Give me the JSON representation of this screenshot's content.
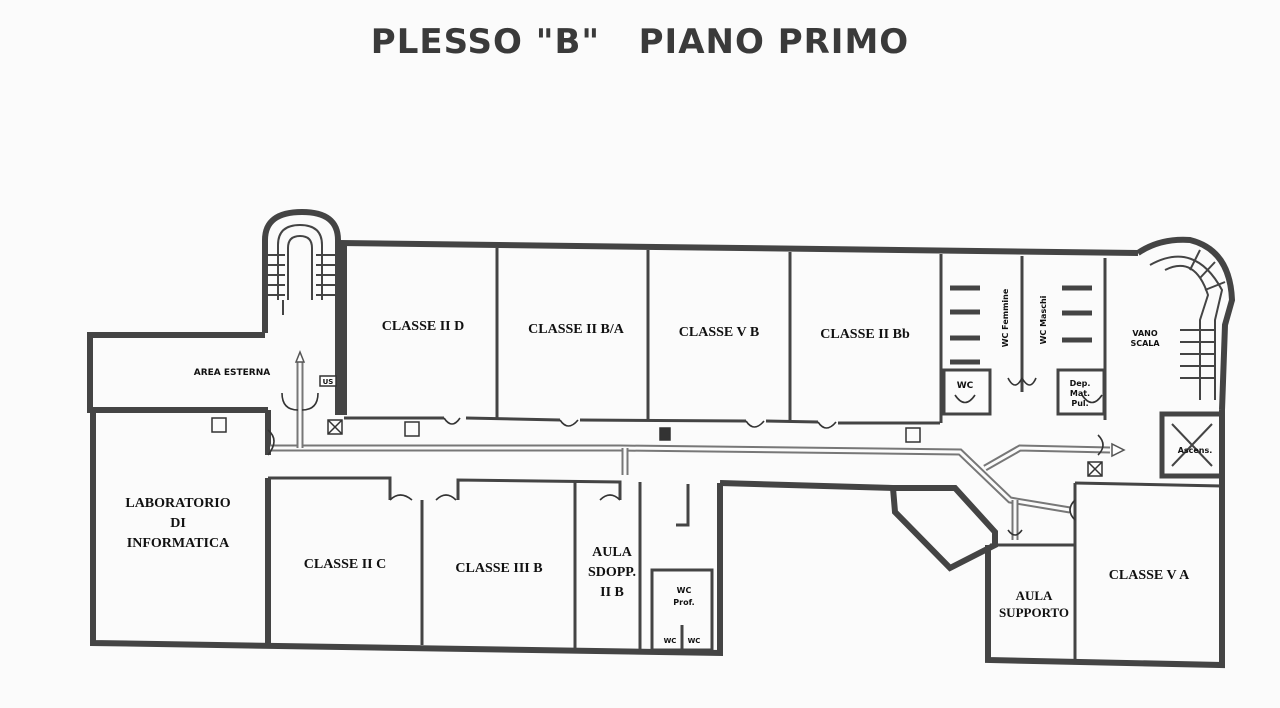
{
  "title": "PLESSO \"B\"   PIANO PRIMO",
  "rooms": {
    "area_esterna": "AREA ESTERNA",
    "classe_iid": "CLASSE II D",
    "classe_iiba": "CLASSE II B/A",
    "classe_vb": "CLASSE V B",
    "classe_iibb": "CLASSE II Bb",
    "wc_femmine": "WC Femmine",
    "wc_maschi": "WC Maschi",
    "wc": "WC",
    "dep_1": "Dep.",
    "dep_2": "Mat.",
    "dep_3": "Pul.",
    "vano_1": "VANO",
    "vano_2": "SCALA",
    "ascens": "Ascens.",
    "lab_1": "LABORATORIO",
    "lab_2": "DI",
    "lab_3": "INFORMATICA",
    "classe_iic": "CLASSE II C",
    "classe_iiib": "CLASSE III B",
    "aula_sdopp_1": "AULA",
    "aula_sdopp_2": "SDOPP.",
    "aula_sdopp_3": "II B",
    "wc_prof_1": "WC",
    "wc_prof_2": "Prof.",
    "wc_small_1": "WC",
    "wc_small_2": "WC",
    "aula_supporto_1": "AULA",
    "aula_supporto_2": "SUPPORTO",
    "classe_va": "CLASSE V A",
    "us": "US"
  }
}
